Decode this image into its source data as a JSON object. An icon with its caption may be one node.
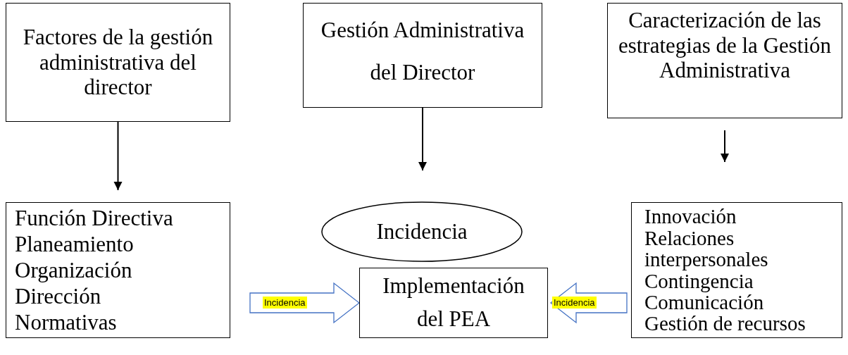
{
  "diagram": {
    "nodes": [
      {
        "text": [
          "Factores de la gestión administrativa del director"
        ]
      },
      {
        "text": [
          "Gestión Administrativa del Director"
        ]
      },
      {
        "text": [
          "Caracterización de las estrategias de la Gestión Administrativa"
        ]
      },
      {
        "text": [
          "Función Directiva",
          "Planeamiento",
          "Organización",
          "Dirección",
          "Normativas"
        ]
      },
      {
        "text": [
          "Incidencia"
        ]
      },
      {
        "text": [
          "Implementación",
          "del PEA"
        ]
      },
      {
        "text": [
          "Innovación",
          "Relaciones interpersonales",
          "Contingencia",
          "Comunicación",
          "Gestión de recursos"
        ]
      }
    ],
    "edges": [
      {
        "from": 0,
        "to": 3,
        "arrow": "to"
      },
      {
        "from": 1,
        "to": 4,
        "arrow": "to"
      },
      {
        "from": 2,
        "to": 6,
        "arrow": "to"
      },
      {
        "from": 3,
        "to": 5,
        "arrow": "to",
        "label": "Incidencia",
        "style": "thick",
        "color": "#4472c4"
      },
      {
        "from": 6,
        "to": 5,
        "arrow": "to",
        "label": "Incidencia",
        "style": "thick",
        "color": "#4472c4"
      }
    ]
  }
}
